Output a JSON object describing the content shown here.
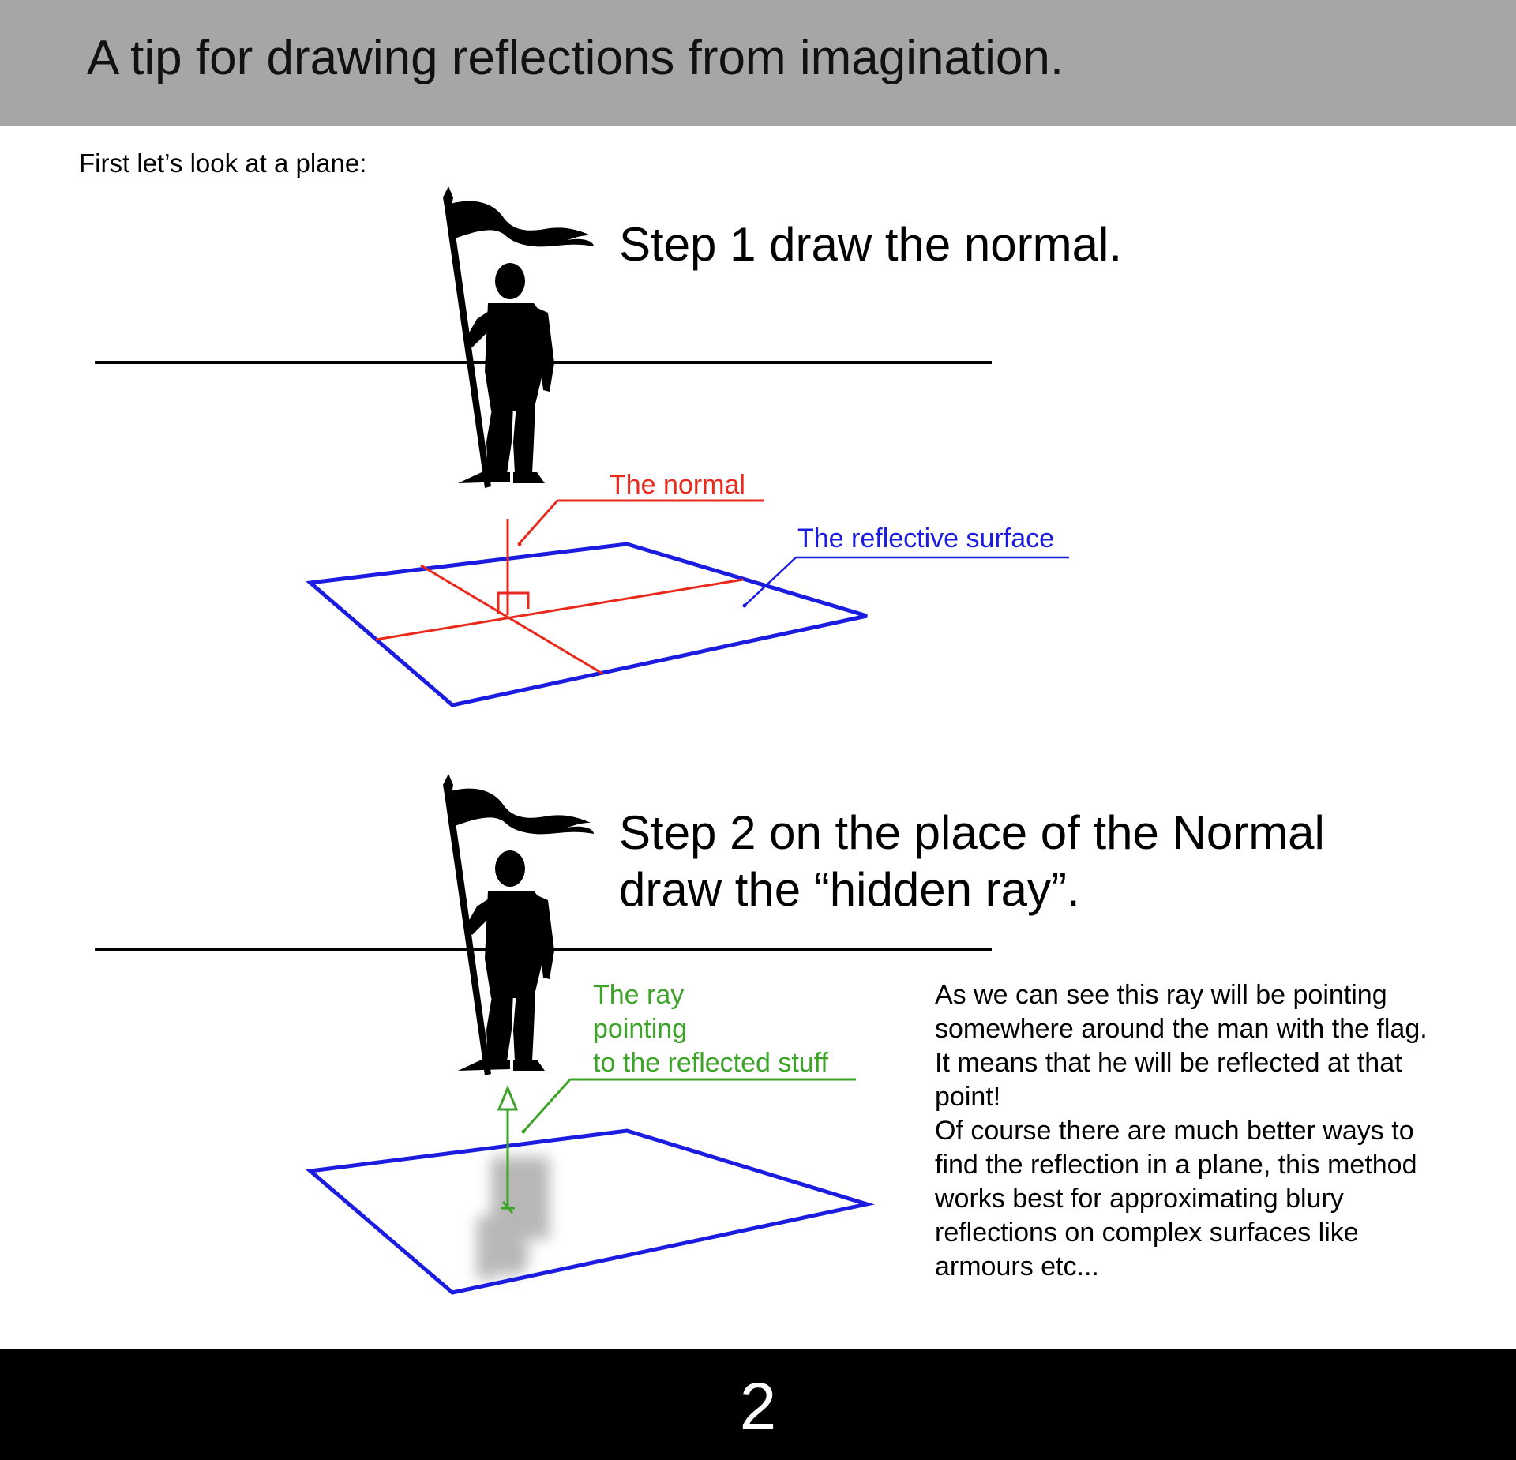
{
  "header": {
    "title": "A tip for drawing reflections from imagination."
  },
  "intro": "First let’s look at a plane:",
  "step1": {
    "title": "Step 1 draw the normal."
  },
  "step2": {
    "title_lines": [
      "Step 2 on the place of the Normal",
      "draw the “hidden ray”."
    ]
  },
  "labels": {
    "normal": "The normal",
    "surface": "The reflective surface",
    "ray_lines": [
      "The ray",
      "pointing",
      "to the reflected stuff"
    ]
  },
  "explanation_lines": [
    "As we can see this ray will be pointing",
    "somewhere around the man with the flag.",
    "It means that he will be reflected at that",
    "point!",
    "Of course there are much better ways to",
    "find the reflection in a plane, this method",
    "works best for approximating blury",
    "reflections on complex surfaces like",
    "armours etc..."
  ],
  "footer": {
    "page_number": "2"
  },
  "colors": {
    "header_bg": "#a6a6a6",
    "normal": "#e8291b",
    "surface": "#1c1ce0",
    "ray": "#3ea329",
    "footer_bg": "#000000"
  },
  "icons": [
    "knight-with-flag-silhouette",
    "reflection-shadow"
  ]
}
